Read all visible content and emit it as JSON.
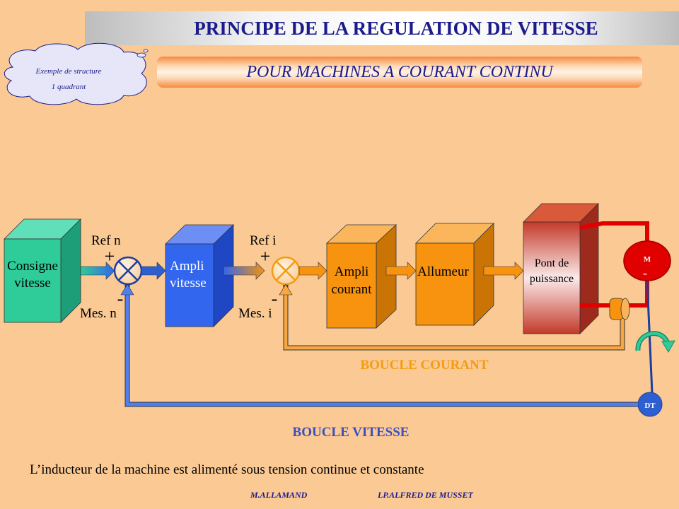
{
  "title": "PRINCIPE DE LA REGULATION DE VITESSE",
  "subtitle": "POUR MACHINES A COURANT CONTINU",
  "cloud": {
    "line1": "Exemple de structure",
    "line2": "1 quadrant"
  },
  "blocks": {
    "consigne": [
      "Consigne",
      "vitesse"
    ],
    "ampli_vitesse": [
      "Ampli",
      "vitesse"
    ],
    "ampli_courant": [
      "Ampli",
      "courant"
    ],
    "allumeur": "Allumeur",
    "pont": [
      "Pont de",
      "puissance"
    ]
  },
  "comparators": {
    "speed": {
      "ref": "Ref n",
      "plus": "+",
      "minus": "-",
      "mes": "Mes. n"
    },
    "current": {
      "ref": "Ref i",
      "plus": "+",
      "minus": "-",
      "mes": "Mes. i"
    }
  },
  "motor": {
    "label": "M",
    "symbol": "="
  },
  "tacho": "DT",
  "loops": {
    "current": "BOUCLE COURANT",
    "speed": "BOUCLE VITESSE"
  },
  "colors": {
    "consigne": "#2fcb99",
    "ampli_vitesse": "#3366ee",
    "ampli_courant": "#f7930f",
    "pont": "#c0392b",
    "speed_loop": "#2e5fd0",
    "current_loop": "#f39c12",
    "motor": "#e00000",
    "title_text": "#1b1b8c"
  },
  "footer": {
    "note": "L’inducteur de la machine est alimenté sous tension continue et constante",
    "author": "M.ALLAMAND",
    "school": "LP.ALFRED DE MUSSET"
  }
}
